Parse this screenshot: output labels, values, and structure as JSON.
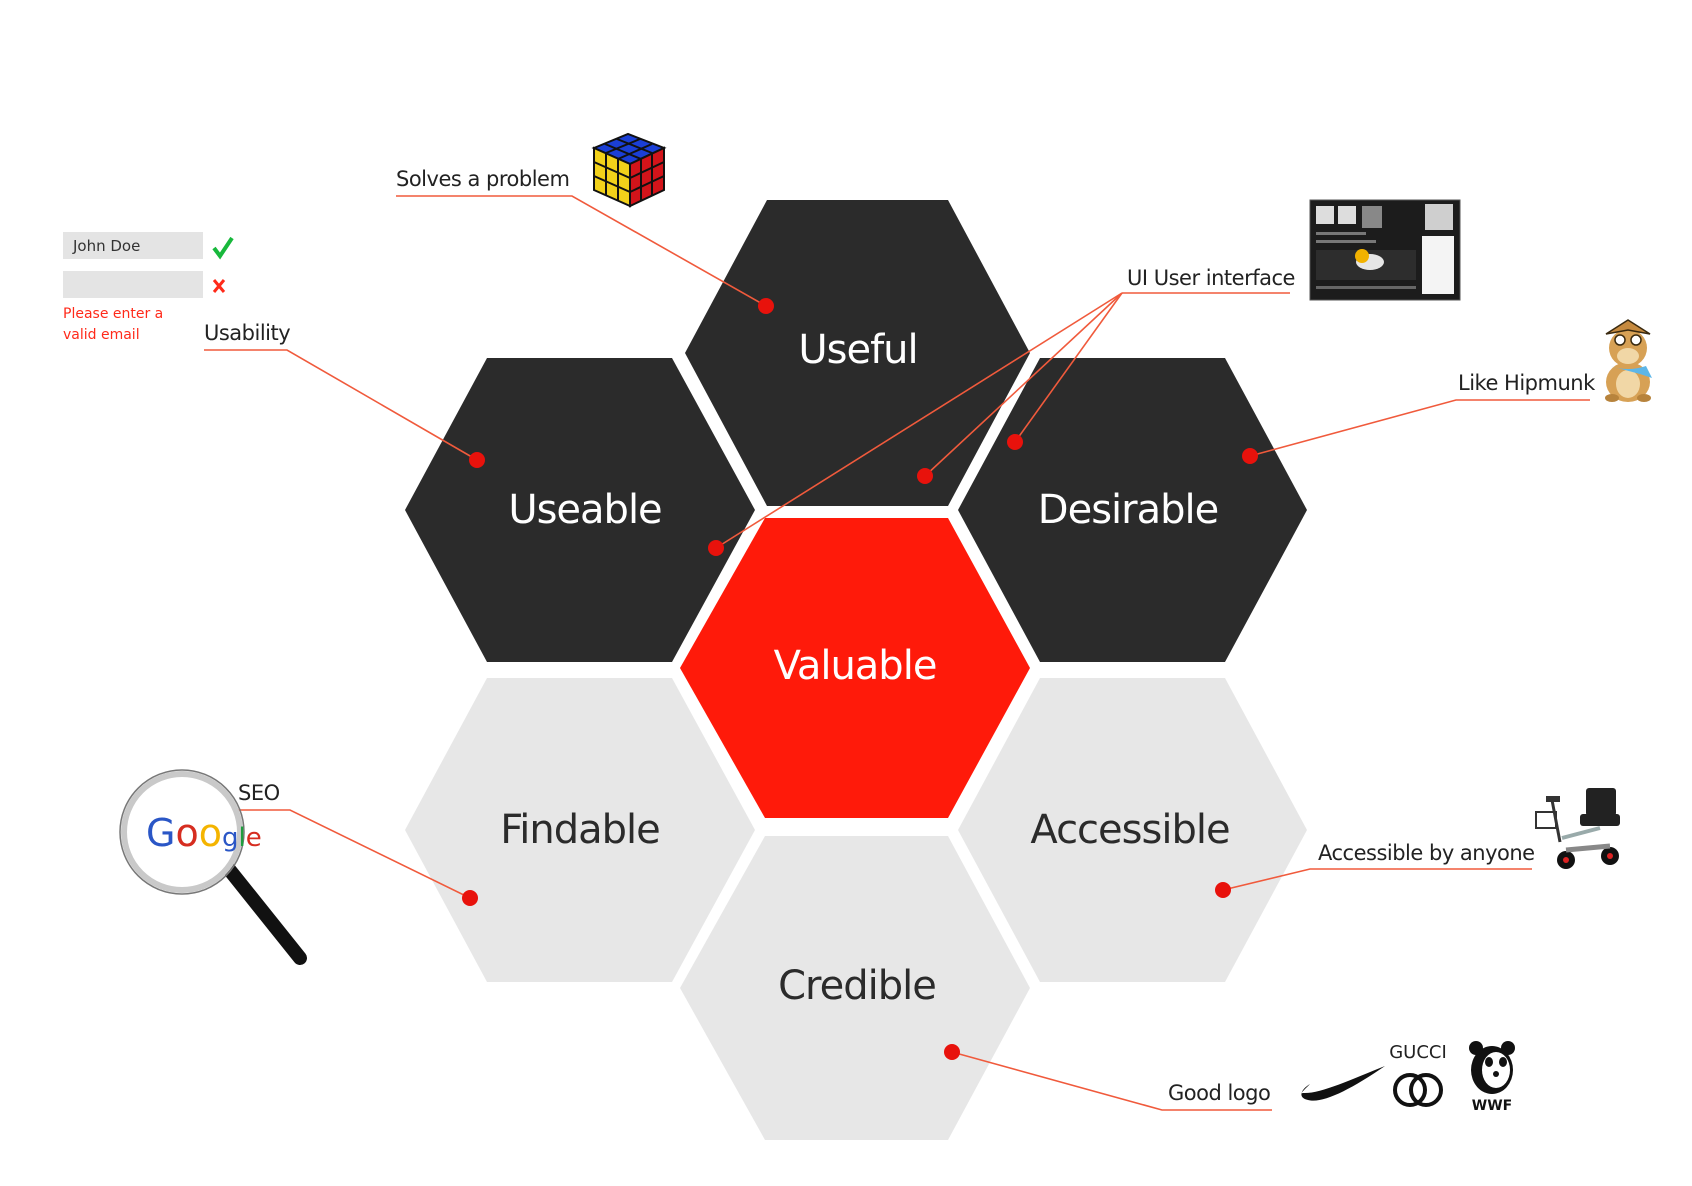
{
  "colors": {
    "dark": "#2b2b2b",
    "accent": "#ff1a0a",
    "light": "#e7e7e7",
    "text_light": "#ffffff",
    "text_dark": "#2b2b2b",
    "leader": "#f05a3c"
  },
  "hexagons": {
    "useful": "Useful",
    "useable": "Useable",
    "desirable": "Desirable",
    "valuable": "Valuable",
    "findable": "Findable",
    "accessible": "Accessible",
    "credible": "Credible"
  },
  "annotations": {
    "solves_problem": "Solves a problem",
    "ui_interface": "UI User interface",
    "usability": "Usability",
    "hipmunk": "Like Hipmunk",
    "seo": "SEO",
    "accessible_anyone": "Accessible by anyone",
    "good_logo": "Good logo"
  },
  "form_sample": {
    "name_value": "John Doe",
    "error_line1": "Please enter a",
    "error_line2": "valid email"
  },
  "logos": {
    "google": "Google",
    "gucci": "GUCCI",
    "wwf": "WWF"
  },
  "icons": [
    "rubiks-cube-icon",
    "dashboard-screenshot-icon",
    "hipmunk-mascot-icon",
    "magnifying-glass-icon",
    "mobility-scooter-icon",
    "nike-swoosh-icon",
    "gucci-logo-icon",
    "wwf-panda-icon",
    "checkmark-icon",
    "cross-icon"
  ]
}
